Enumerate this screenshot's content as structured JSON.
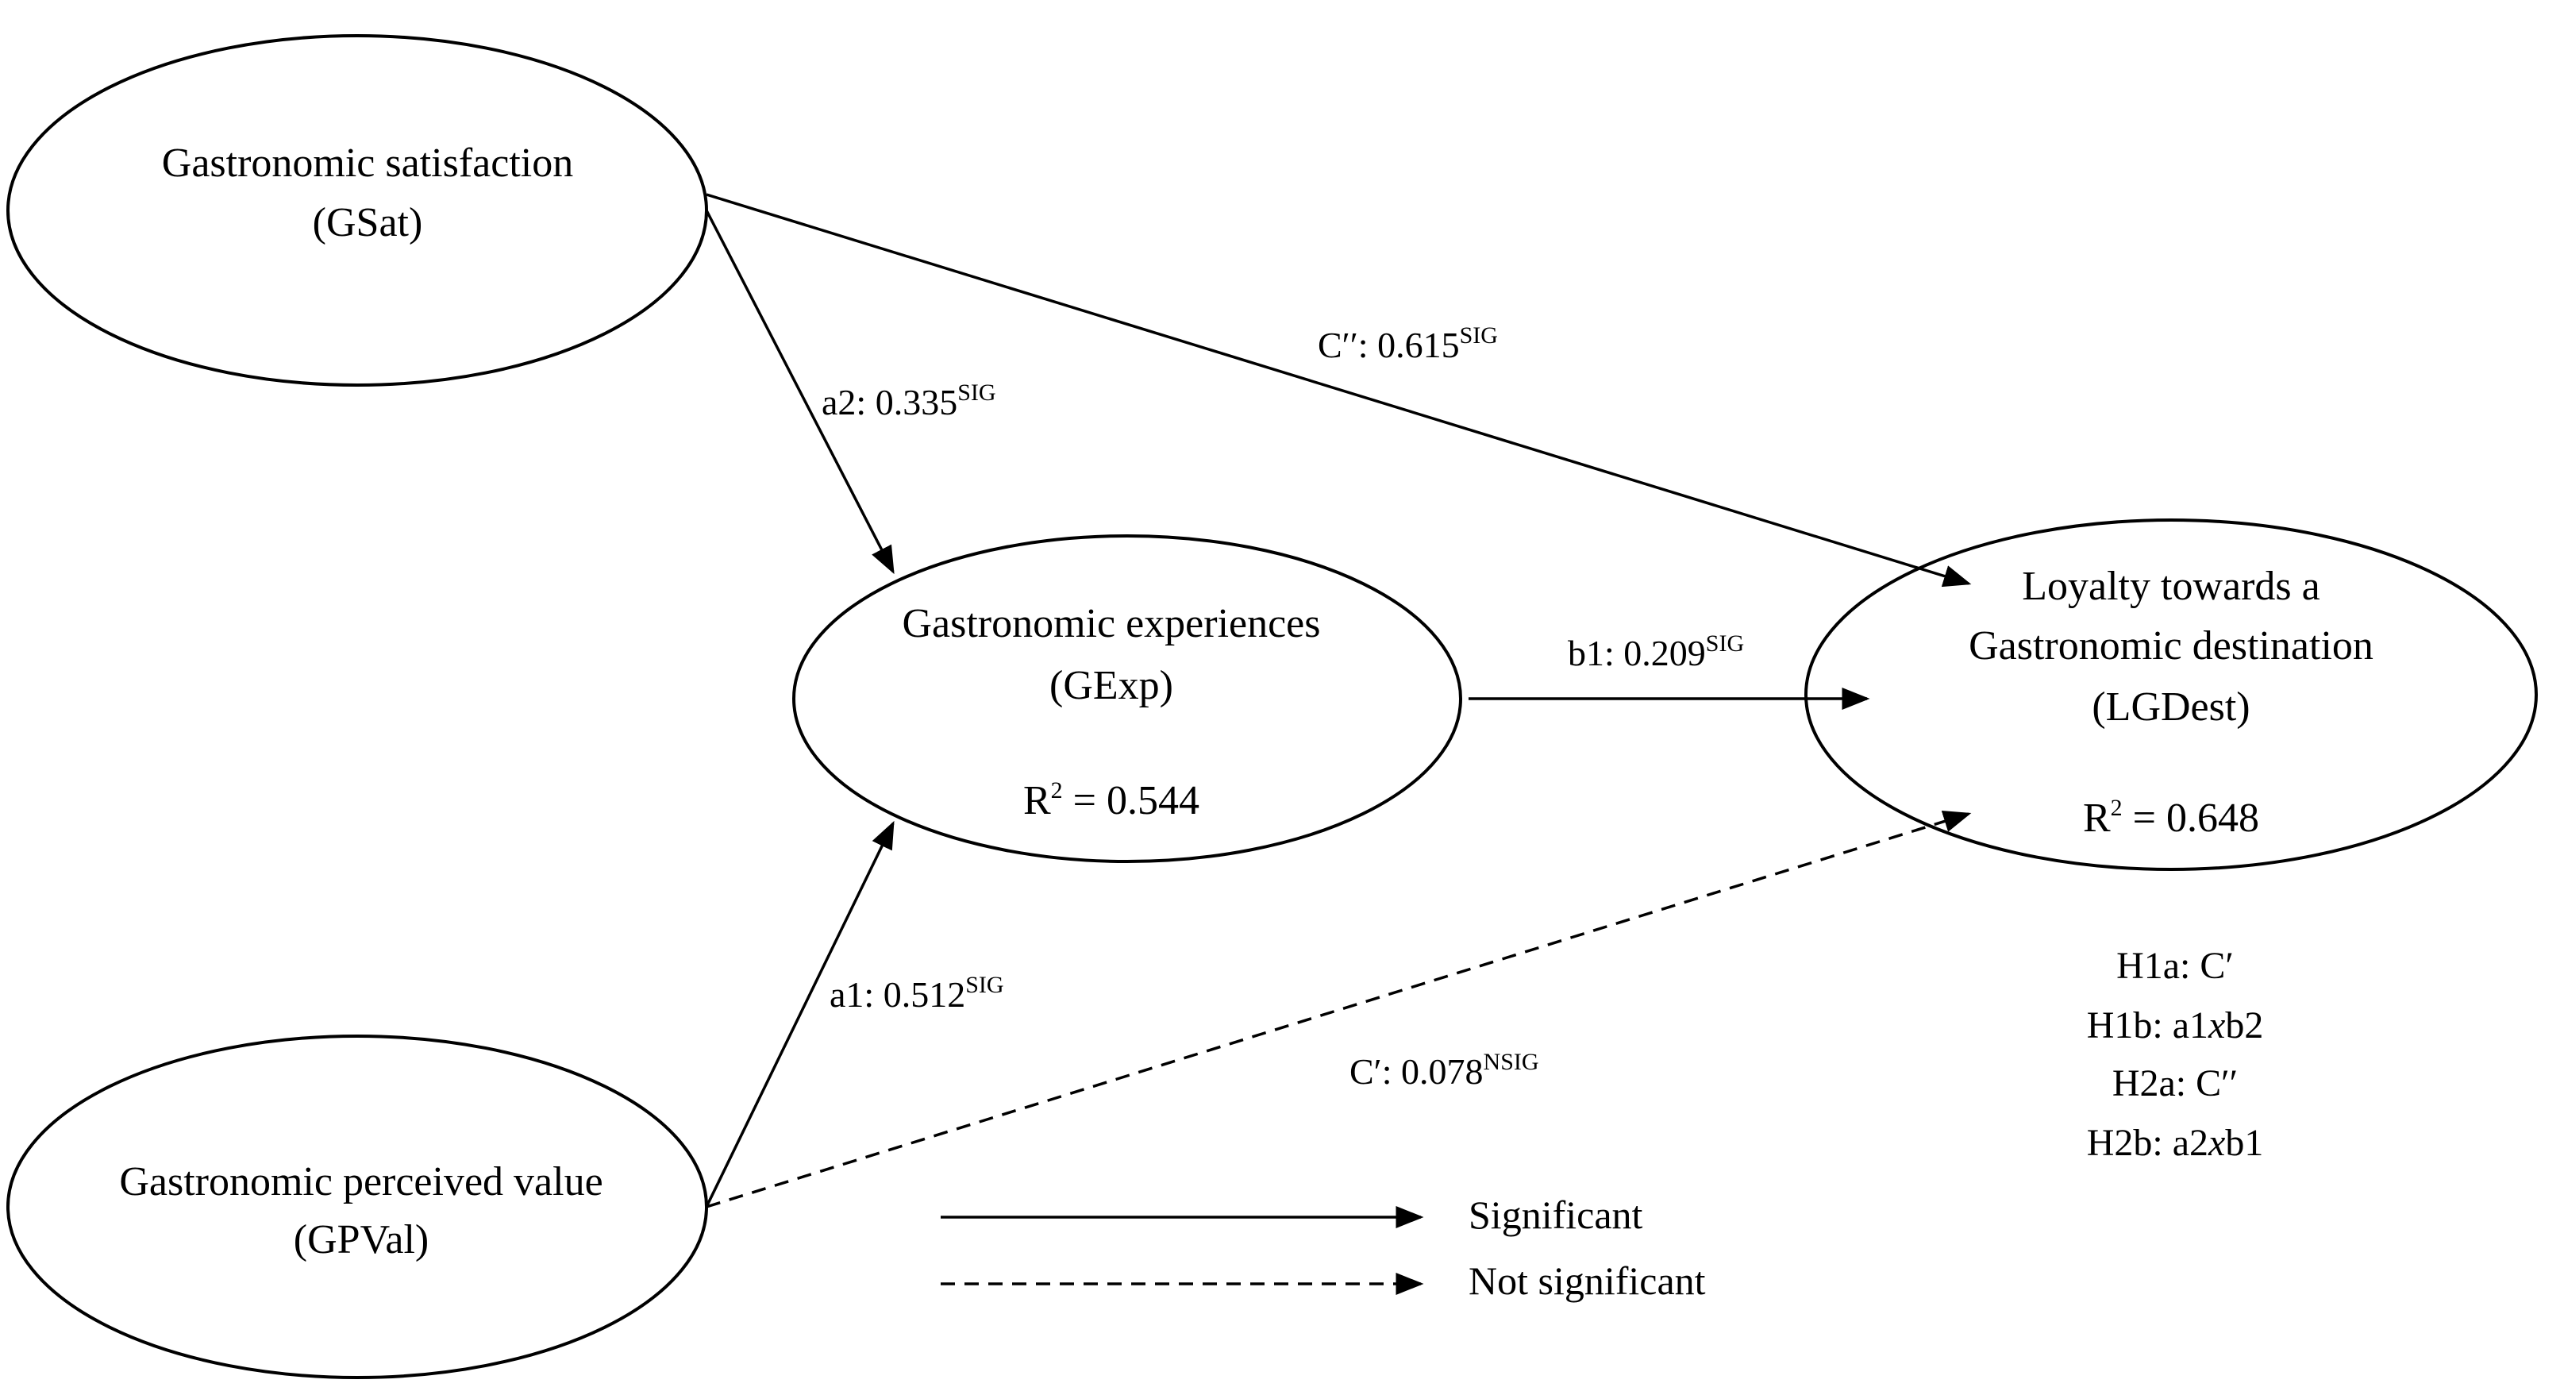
{
  "nodes": {
    "gsat": {
      "line1": "Gastronomic satisfaction",
      "line2": "(GSat)"
    },
    "gpval": {
      "line1": "Gastronomic perceived value",
      "line2": "(GPVal)"
    },
    "gexp": {
      "line1": "Gastronomic experiences",
      "line2": "(GExp)",
      "r2_label": "R",
      "r2_sup": "2",
      "r2_value": " = 0.544"
    },
    "lgdest": {
      "line1": "Loyalty towards a",
      "line2": "Gastronomic destination",
      "line3": "(LGDest)",
      "r2_label": "R",
      "r2_sup": "2",
      "r2_value": " = 0.648"
    }
  },
  "paths": {
    "a2": {
      "label": "a2: 0.335",
      "sig": "SIG"
    },
    "c_double": {
      "label": "C′′: 0.615",
      "sig": "SIG"
    },
    "b1": {
      "label": "b1: 0.209",
      "sig": "SIG"
    },
    "a1": {
      "label": "a1: 0.512",
      "sig": "SIG"
    },
    "c_prime": {
      "label": "C′: 0.078",
      "sig": "NSIG"
    }
  },
  "hypotheses": {
    "h1a": {
      "prefix": "H1a: C′"
    },
    "h1b": {
      "prefix": "H1b: a1",
      "x": "x",
      "suffix": "b2"
    },
    "h2a": {
      "prefix": "H2a: C′′"
    },
    "h2b": {
      "prefix": "H2b: a2",
      "x": "x",
      "suffix": "b1"
    }
  },
  "legend": {
    "significant": "Significant",
    "not_significant": "Not significant"
  }
}
